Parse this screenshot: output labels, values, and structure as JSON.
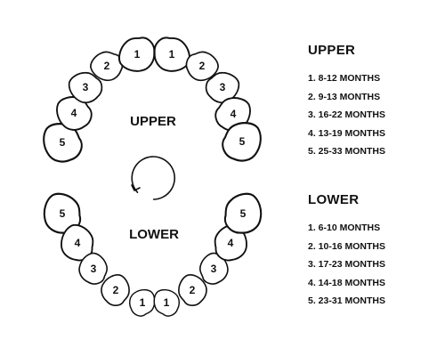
{
  "diagram": {
    "upper_label": "UPPER",
    "lower_label": "LOWER",
    "icons": {
      "rotation": "clockwise-arrow-icon"
    },
    "colors": {
      "line": "#111111",
      "background": "#ffffff"
    },
    "upper_teeth_left": [
      "5",
      "4",
      "3",
      "2",
      "1"
    ],
    "upper_teeth_right": [
      "1",
      "2",
      "3",
      "4",
      "5"
    ],
    "lower_teeth_left": [
      "5",
      "4",
      "3",
      "2",
      "1"
    ],
    "lower_teeth_right": [
      "1",
      "2",
      "3",
      "4",
      "5"
    ]
  },
  "legend": {
    "upper": {
      "title": "UPPER",
      "items": [
        "1. 8-12 MONTHS",
        "2. 9-13 MONTHS",
        "3. 16-22 MONTHS",
        "4. 13-19 MONTHS",
        "5. 25-33 MONTHS"
      ]
    },
    "lower": {
      "title": "LOWER",
      "items": [
        "1. 6-10 MONTHS",
        "2. 10-16 MONTHS",
        "3. 17-23 MONTHS",
        "4. 14-18 MONTHS",
        "5. 23-31 MONTHS"
      ]
    }
  }
}
